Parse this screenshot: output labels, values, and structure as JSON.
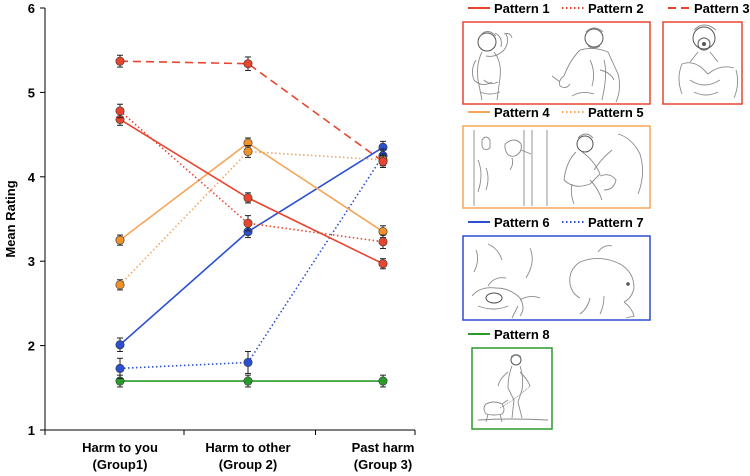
{
  "chart_data": {
    "type": "line",
    "ylabel": "Mean Rating",
    "xlabel": "",
    "ylim": [
      1,
      6
    ],
    "yticks": [
      "1",
      "2",
      "3",
      "4",
      "5",
      "6"
    ],
    "categories": [
      {
        "line1": "Harm to you",
        "line2": "(Group1)"
      },
      {
        "line1": "Harm to other",
        "line2": "(Group 2)"
      },
      {
        "line1": "Past harm",
        "line2": "(Group 3)"
      }
    ],
    "series": [
      {
        "name": "Pattern 1",
        "color": "#e8452f",
        "dash": "solid",
        "values": [
          4.68,
          3.75,
          2.97
        ],
        "err": [
          0.07,
          0.06,
          0.06
        ]
      },
      {
        "name": "Pattern 2",
        "color": "#e8452f",
        "dash": "dotted",
        "values": [
          4.78,
          3.45,
          3.23
        ],
        "err": [
          0.08,
          0.09,
          0.08
        ]
      },
      {
        "name": "Pattern 3",
        "color": "#e8452f",
        "dash": "dashed",
        "values": [
          5.37,
          5.34,
          4.18
        ],
        "err": [
          0.07,
          0.08,
          0.07
        ]
      },
      {
        "name": "Pattern 4",
        "color": "#f5a55a",
        "dash": "solid",
        "values": [
          3.25,
          4.4,
          3.35
        ],
        "err": [
          0.06,
          0.06,
          0.07
        ]
      },
      {
        "name": "Pattern 5",
        "color": "#f5a55a",
        "dash": "dotted",
        "values": [
          2.72,
          4.3,
          4.2
        ],
        "err": [
          0.06,
          0.07,
          0.07
        ]
      },
      {
        "name": "Pattern 6",
        "color": "#2a4fd0",
        "dash": "solid",
        "values": [
          2.01,
          3.35,
          4.35
        ],
        "err": [
          0.08,
          0.07,
          0.07
        ]
      },
      {
        "name": "Pattern 7",
        "color": "#2a4fd0",
        "dash": "dotted",
        "values": [
          1.73,
          1.8,
          4.25
        ],
        "err": [
          0.12,
          0.13,
          0.08
        ]
      },
      {
        "name": "Pattern 8",
        "color": "#2a9a2a",
        "dash": "solid",
        "values": [
          1.58,
          1.58,
          1.58
        ],
        "err": [
          0.07,
          0.07,
          0.07
        ]
      }
    ],
    "marker_colors": {
      "Pattern 1": "#e8452f",
      "Pattern 2": "#e8452f",
      "Pattern 3": "#e8452f",
      "Pattern 4": "#f0912a",
      "Pattern 5": "#f0912a",
      "Pattern 6": "#2a4fd0",
      "Pattern 7": "#2a4fd0",
      "Pattern 8": "#2a9a2a"
    }
  },
  "legend_groups": [
    {
      "color": "#e8452f",
      "items": [
        "Pattern 1",
        "Pattern 2",
        "Pattern 3"
      ]
    },
    {
      "color": "#f5a55a",
      "items": [
        "Pattern 4",
        "Pattern 5"
      ]
    },
    {
      "color": "#2a4fd0",
      "items": [
        "Pattern 6",
        "Pattern 7"
      ]
    },
    {
      "color": "#2a9a2a",
      "items": [
        "Pattern 8"
      ]
    }
  ]
}
